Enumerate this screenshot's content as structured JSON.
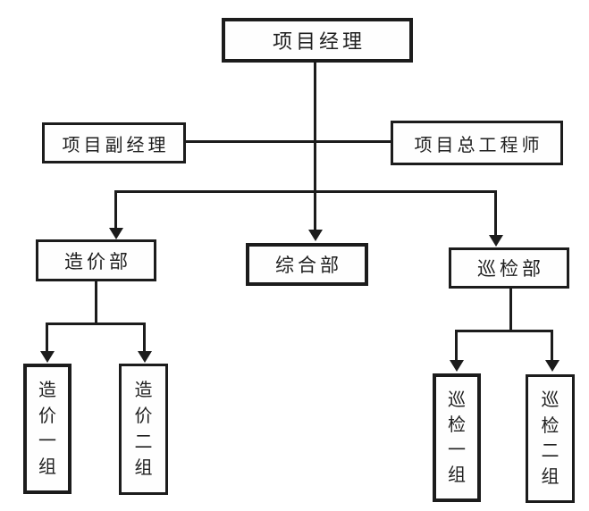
{
  "figure": {
    "type": "org-chart",
    "background": "#ffffff",
    "line_color": "#1c1c1c",
    "box_fill": "#fefefe",
    "text_color": "#1f1f1f"
  },
  "nodes": {
    "root": {
      "label": "项目经理"
    },
    "deputy": {
      "label": "项目副经理"
    },
    "chief_engineer": {
      "label": "项目总工程师"
    },
    "cost_dept": {
      "label": "造价部"
    },
    "general_dept": {
      "label": "综合部"
    },
    "inspection_dept": {
      "label": "巡检部"
    },
    "cost_group1": {
      "label": "造价一组"
    },
    "cost_group2": {
      "label": "造价二组"
    },
    "inspection_group1": {
      "label": "巡检一组"
    },
    "inspection_group2": {
      "label": "巡检二组"
    }
  },
  "edges": [
    {
      "from": "项目经理",
      "to": "项目副经理",
      "arrow": false
    },
    {
      "from": "项目经理",
      "to": "项目总工程师",
      "arrow": false
    },
    {
      "from": "项目经理",
      "to": "造价部",
      "arrow": true
    },
    {
      "from": "项目经理",
      "to": "综合部",
      "arrow": true
    },
    {
      "from": "项目经理",
      "to": "巡检部",
      "arrow": true
    },
    {
      "from": "造价部",
      "to": "造价一组",
      "arrow": true
    },
    {
      "from": "造价部",
      "to": "造价二组",
      "arrow": true
    },
    {
      "from": "巡检部",
      "to": "巡检一组",
      "arrow": true
    },
    {
      "from": "巡检部",
      "to": "巡检二组",
      "arrow": true
    }
  ]
}
